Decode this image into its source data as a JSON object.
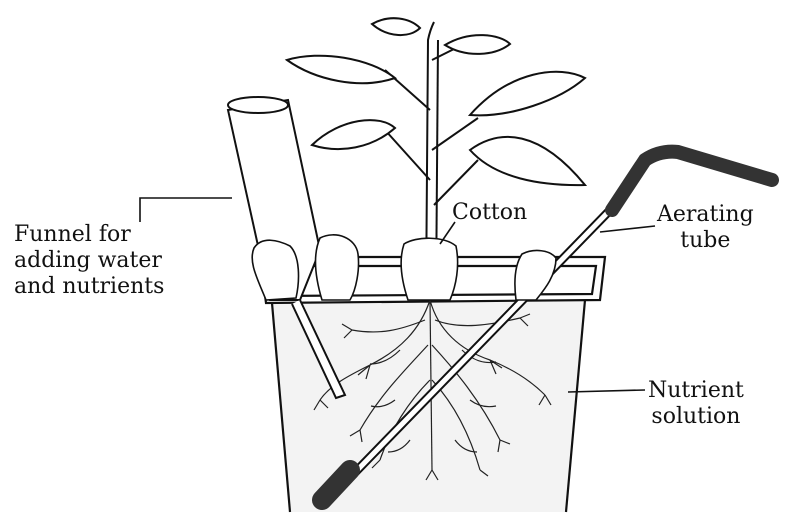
{
  "labels": {
    "funnel_line1": "Funnel for",
    "funnel_line2": "adding water",
    "funnel_line3": "and nutrients",
    "cotton": "Cotton",
    "aerating_line1": "Aerating",
    "aerating_line2": "tube",
    "nutrient_line1": "Nutrient",
    "nutrient_line2": "solution"
  },
  "colors": {
    "ink": "#111111",
    "solution_fill": "#f2f2f2",
    "tube_tip": "#333333",
    "paper": "#ffffff"
  }
}
